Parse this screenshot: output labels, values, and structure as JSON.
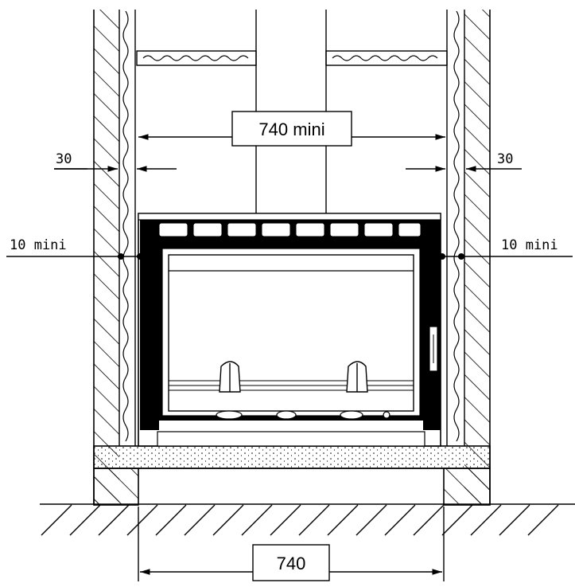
{
  "labels": {
    "top_width": "740 mini",
    "bottom_width": "740",
    "gap_left": "30",
    "gap_right": "30",
    "clearance_left": "10 mini",
    "clearance_right": "10 mini"
  },
  "colors": {
    "ink": "#000000",
    "paper": "#ffffff"
  }
}
